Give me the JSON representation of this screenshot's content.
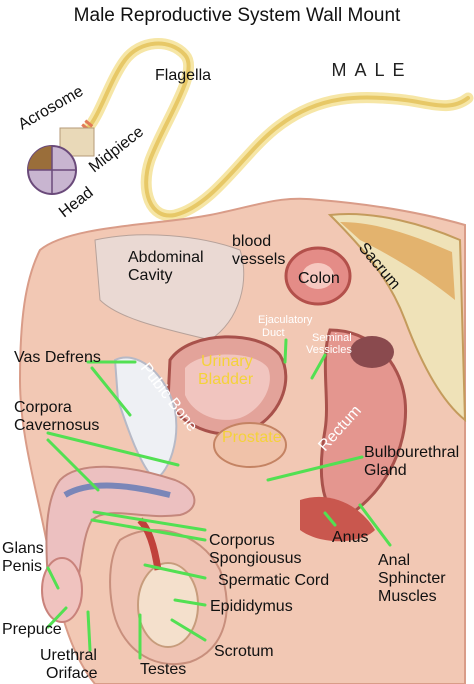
{
  "title": "Male Reproductive System Wall Mount",
  "subtitle": "MALE",
  "labels": {
    "acrosome": "Acrosome",
    "flagella": "Flagella",
    "midpiece": "Midpiece",
    "head": "Head",
    "abdominal_cavity_1": "Abdominal",
    "abdominal_cavity_2": "Cavity",
    "blood_vessels_1": "blood",
    "blood_vessels_2": "vessels",
    "colon": "Colon",
    "sacrum": "Sacrum",
    "ejaculatory_duct_1": "Ejaculatory",
    "ejaculatory_duct_2": "Duct",
    "seminal_vessicles_1": "Seminal",
    "seminal_vessicles_2": "Vessicles",
    "vas_defrens": "Vas Defrens",
    "urinary_bladder_1": "Urinary",
    "urinary_bladder_2": "Bladder",
    "pubic_bone": "Pubic Bone",
    "corpora_cavernosus_1": "Corpora",
    "corpora_cavernosus_2": "Cavernosus",
    "prostate": "Prostate",
    "rectum": "Rectum",
    "bulbourethral_gland_1": "Bulbourethral",
    "bulbourethral_gland_2": "Gland",
    "glans_penis_1": "Glans",
    "glans_penis_2": "Penis",
    "corpora_spongiousus_1": "Corporus",
    "corpora_spongiousus_2": "Spongiousus",
    "anus": "Anus",
    "anal_sphincter_1": "Anal",
    "anal_sphincter_2": "Sphincter",
    "anal_sphincter_3": "Muscles",
    "spermatic_cord": "Spermatic Cord",
    "epididymus": "Epididymus",
    "prepuce": "Prepuce",
    "urethral_oriface_1": "Urethral",
    "urethral_oriface_2": "Oriface",
    "scrotum": "Scrotum",
    "testes": "Testes"
  },
  "colors": {
    "pointer_line": "#52e052",
    "highlight_label": "#f4d23a",
    "tissue_pink": "#e8a7a0",
    "muscle_red": "#c9574e",
    "bone": "#efe2b8",
    "background": "#ffffff"
  }
}
